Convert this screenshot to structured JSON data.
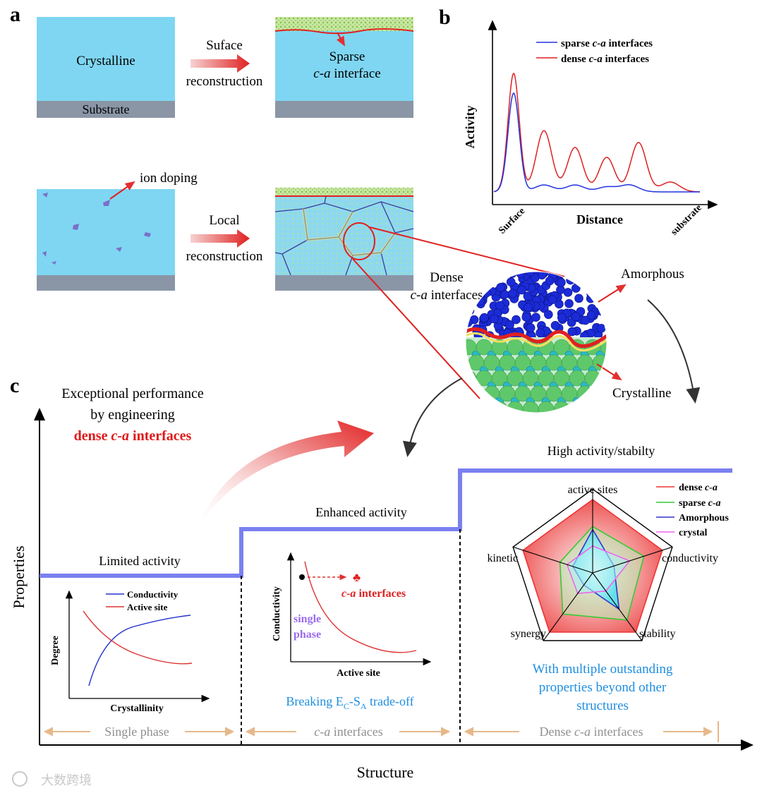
{
  "panel_a": {
    "label": "a",
    "crystalline": "Crystalline",
    "substrate": "Substrate",
    "arrow1_line1": "Suface",
    "arrow1_line2": "reconstruction",
    "sparse_line1": "Sparse",
    "sparse_line2_italic": "c-a",
    "sparse_line2_rest": " interface",
    "ion_doping": "ion doping",
    "arrow2_line1": "Local",
    "arrow2_line2": "reconstruction",
    "dense_line1": "Dense",
    "dense_line2_italic": "c-a",
    "dense_line2_rest": " interfaces",
    "amorphous": "Amorphous",
    "crystalline_zoom": "Crystalline"
  },
  "panel_b": {
    "label": "b",
    "ylabel": "Activity",
    "xlabel": "Distance",
    "x_left": "Surface",
    "x_right": "substrate",
    "legend": [
      {
        "prefix": "sparse ",
        "italic": "c-a",
        "suffix": " interfaces",
        "color": "#2233dd"
      },
      {
        "prefix": "dense ",
        "italic": "c-a",
        "suffix": " interfaces",
        "color": "#dd2222"
      }
    ]
  },
  "panel_c": {
    "label": "c",
    "title_line1": "Exceptional performance",
    "title_line2": "by engineering",
    "title_line3_prefix": "dense ",
    "title_line3_italic": "c-a",
    "title_line3_suffix": " interfaces",
    "ylabel": "Properties",
    "xlabel": "Structure",
    "step_labels": [
      "Limited activity",
      "Enhanced activity",
      "High activity/stabilty"
    ],
    "regions": [
      {
        "prefix": "Single phase",
        "italic": "",
        "suffix": ""
      },
      {
        "prefix": "",
        "italic": "c-a",
        "suffix": " interfaces"
      },
      {
        "prefix": "Dense ",
        "italic": "c-a",
        "suffix": " interfaces"
      }
    ],
    "inset1": {
      "xlabel": "Crystallinity",
      "ylabel": "Degree",
      "legend": [
        {
          "name": "Conductivity",
          "color": "#2233cc"
        },
        {
          "name": "Active site",
          "color": "#dd3333"
        }
      ]
    },
    "inset2": {
      "xlabel": "Active site",
      "ylabel": "Conductivity",
      "single_phase": [
        "single",
        "phase"
      ],
      "ca_italic": "c-a",
      "ca_rest": " interfaces",
      "caption_prefix": "Breaking E",
      "caption_sub1": "C",
      "caption_mid": "-S",
      "caption_sub2": "A",
      "caption_suffix": " trade-off"
    },
    "radar": {
      "axes": [
        "active sites",
        "conductivity",
        "stability",
        "synergy",
        "kinetic"
      ],
      "legend": [
        {
          "prefix": "dense ",
          "italic": "c-a",
          "color": "#ee3333"
        },
        {
          "prefix": "sparse ",
          "italic": "c-a",
          "color": "#33cc33"
        },
        {
          "prefix": "Amorphous",
          "italic": "",
          "color": "#3333cc"
        },
        {
          "prefix": "crystal",
          "italic": "",
          "color": "#ee66ee"
        }
      ],
      "caption": [
        "With multiple outstanding",
        "properties beyond other",
        "structures"
      ]
    }
  },
  "chart_data": {
    "type": "line",
    "title": "",
    "xlabel": "Distance",
    "ylabel": "Activity",
    "x_tick_labels": [
      "Surface",
      "substrate"
    ],
    "series": [
      {
        "name": "sparse c-a interfaces",
        "peaks_relative": [
          1.0,
          0.07,
          0.07,
          0.05,
          0.07
        ]
      },
      {
        "name": "dense c-a interfaces",
        "peaks_relative": [
          1.2,
          0.62,
          0.45,
          0.35,
          0.5,
          0.1
        ]
      }
    ]
  },
  "watermark": "大数跨境"
}
